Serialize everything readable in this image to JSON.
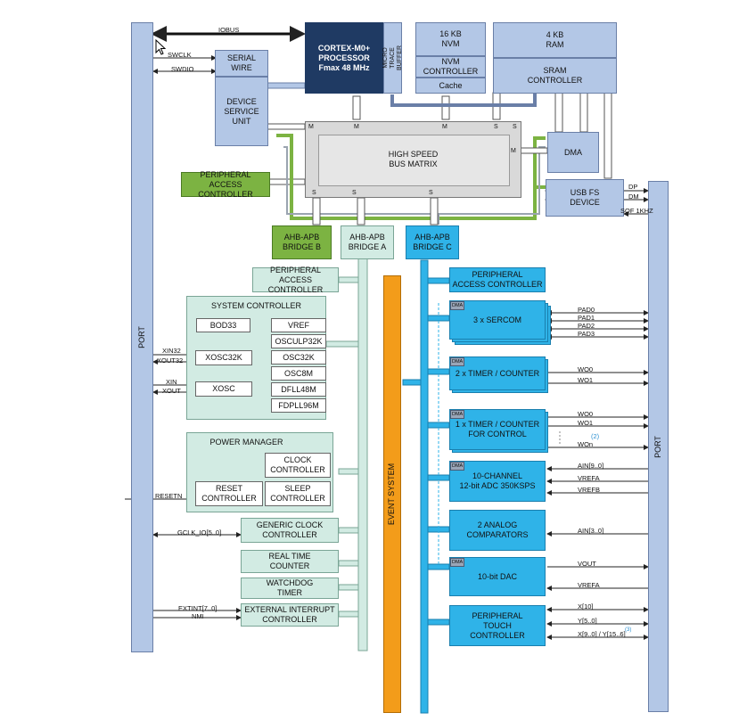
{
  "ports": {
    "left": "PORT",
    "right": "PORT"
  },
  "buses": {
    "iobus": "IOBUS",
    "event_system": "EVENT SYSTEM"
  },
  "blocks": {
    "cpu": "CORTEX-M0+\nPROCESSOR\nFmax 48 MHz",
    "mtb": "MICRO\nTRACE BUFFER",
    "nvm_size": "16 KB\nNVM",
    "nvm_ctrl": "NVM\nCONTROLLER",
    "nvm_cache": "Cache",
    "ram_size": "4 KB\nRAM",
    "sram_ctrl": "SRAM\nCONTROLLER",
    "serial_wire": "SERIAL\nWIRE",
    "dsu": "DEVICE\nSERVICE\nUNIT",
    "bus_matrix": "HIGH SPEED\nBUS MATRIX",
    "dma": "DMA",
    "usb": "USB FS\nDEVICE",
    "pac_top": "PERIPHERAL\nACCESS CONTROLLER",
    "bridge_b": "AHB-APB\nBRIDGE B",
    "bridge_a": "AHB-APB\nBRIDGE A",
    "bridge_c": "AHB-APB\nBRIDGE C",
    "pac_a": "PERIPHERAL\nACCESS CONTROLLER",
    "pac_c": "PERIPHERAL\nACCESS CONTROLLER",
    "sysctrl": "SYSTEM CONTROLLER",
    "bod33": "BOD33",
    "vref": "VREF",
    "osculp32k": "OSCULP32K",
    "xosc32k": "XOSC32K",
    "osc32k": "OSC32K",
    "osc8m": "OSC8M",
    "xosc": "XOSC",
    "dfll48m": "DFLL48M",
    "fdpll96m": "FDPLL96M",
    "pm": "POWER MANAGER",
    "clock_ctrl": "CLOCK\nCONTROLLER",
    "reset_ctrl": "RESET\nCONTROLLER",
    "sleep_ctrl": "SLEEP\nCONTROLLER",
    "gclk": "GENERIC CLOCK\nCONTROLLER",
    "rtc": "REAL TIME\nCOUNTER",
    "wdt": "WATCHDOG\nTIMER",
    "eic": "EXTERNAL INTERRUPT\nCONTROLLER",
    "sercom": "3 x SERCOM",
    "tc": "2 x TIMER / COUNTER",
    "tcc": "1 x TIMER / COUNTER\nFOR CONTROL",
    "adc": "10-CHANNEL\n12-bit ADC 350KSPS",
    "ac": "2 ANALOG\nCOMPARATORS",
    "dac": "10-bit DAC",
    "ptc": "PERIPHERAL\nTOUCH\nCONTROLLER"
  },
  "dma_tag": "DMA",
  "matrix_ports": {
    "master": "M",
    "slave": "S"
  },
  "signals": {
    "swclk": "SWCLK",
    "swdio": "SWDIO",
    "xin32": "XIN32",
    "xout32": "XOUT32",
    "xin": "XIN",
    "xout": "XOUT",
    "resetn": "RESETN",
    "gclk_io": "GCLK_IO[5..0]",
    "extint": "EXTINT[7..0]",
    "nmi": "NMI",
    "dp": "DP",
    "dm": "DM",
    "sof": "SOF 1KHZ",
    "pad0": "PAD0",
    "pad1": "PAD1",
    "pad2": "PAD2",
    "pad3": "PAD3",
    "tc_wo0": "WO0",
    "tc_wo1": "WO1",
    "tcc_wo0": "WO0",
    "tcc_wo1": "WO1",
    "tcc_won": "WOn",
    "tcc_note": "(2)",
    "adc_ain": "AIN[9..0]",
    "adc_vrefa": "VREFA",
    "adc_vrefb": "VREFB",
    "ac_ain": "AIN[3..0]",
    "dac_vout": "VOUT",
    "dac_vrefa": "VREFA",
    "ptc_x": "X[10]",
    "ptc_y": "Y[5..0]",
    "ptc_xy": "X[9..0] / Y[15..6]",
    "ptc_note": "(3)"
  }
}
